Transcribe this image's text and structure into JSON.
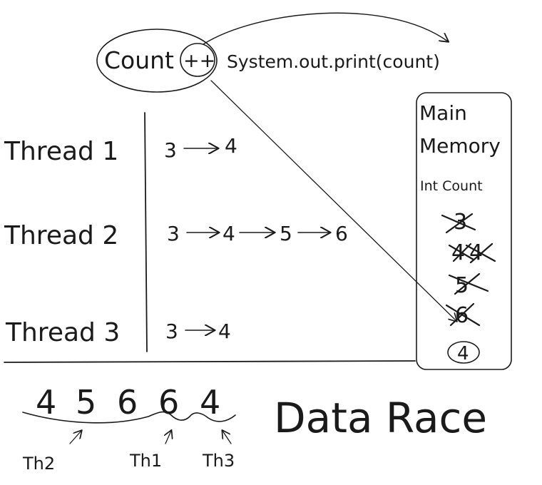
{
  "code": {
    "count_label": "Count",
    "increment_op": "++",
    "print_statement": "System.out.print(count)"
  },
  "threads": [
    {
      "label": "Thread 1",
      "sequence": [
        "3",
        "4"
      ]
    },
    {
      "label": "Thread 2",
      "sequence": [
        "3",
        "4",
        "5",
        "6"
      ]
    },
    {
      "label": "Thread 3",
      "sequence": [
        "3",
        "4"
      ]
    }
  ],
  "memory": {
    "title_line1": "Main",
    "title_line2": "Memory",
    "variable": "Int Count",
    "struck_values": [
      "3",
      "4",
      "4",
      "5",
      "6"
    ],
    "final_value": "4"
  },
  "output": {
    "digits": [
      "4",
      "5",
      "6",
      "6",
      "4"
    ],
    "attributions": [
      "Th2",
      "Th1",
      "Th3"
    ]
  },
  "title": "Data Race"
}
